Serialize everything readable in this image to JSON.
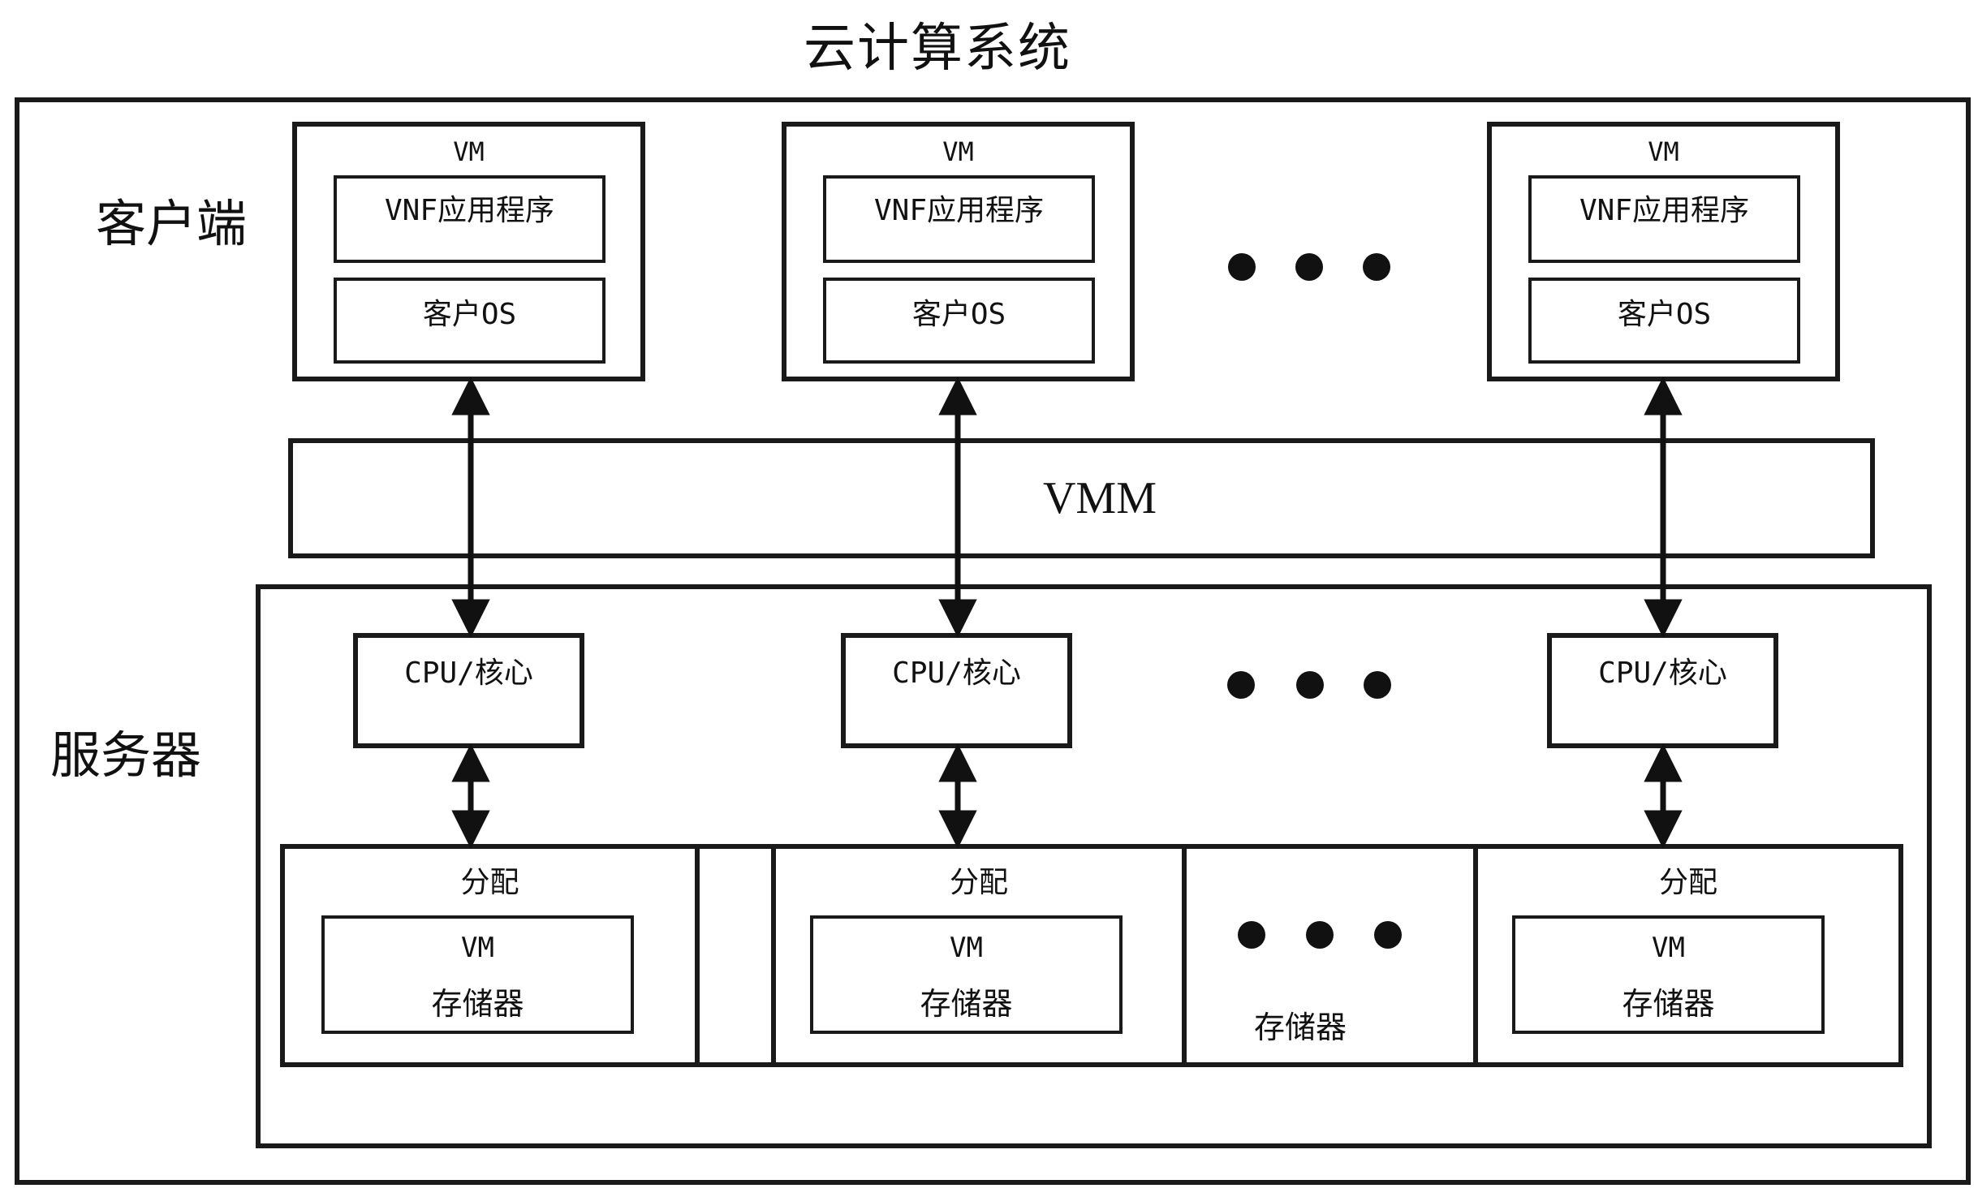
{
  "title": "云计算系统",
  "client_label": "客户端",
  "server_label": "服务器",
  "vmm_label": "VMM",
  "vms": [
    {
      "vm": "VM",
      "app": "VNF应用程序",
      "os": "客户OS"
    },
    {
      "vm": "VM",
      "app": "VNF应用程序",
      "os": "客户OS"
    },
    {
      "vm": "VM",
      "app": "VNF应用程序",
      "os": "客户OS"
    }
  ],
  "cpus": [
    {
      "label": "CPU/核心"
    },
    {
      "label": "CPU/核心"
    },
    {
      "label": "CPU/核心"
    }
  ],
  "allocations": [
    {
      "label": "分配",
      "vm": "VM",
      "storage": "存储器"
    },
    {
      "label": "分配",
      "vm": "VM",
      "storage": "存储器"
    },
    {
      "label": "分配",
      "vm": "VM",
      "storage": "存储器"
    }
  ],
  "extra_storage_label": "存储器"
}
